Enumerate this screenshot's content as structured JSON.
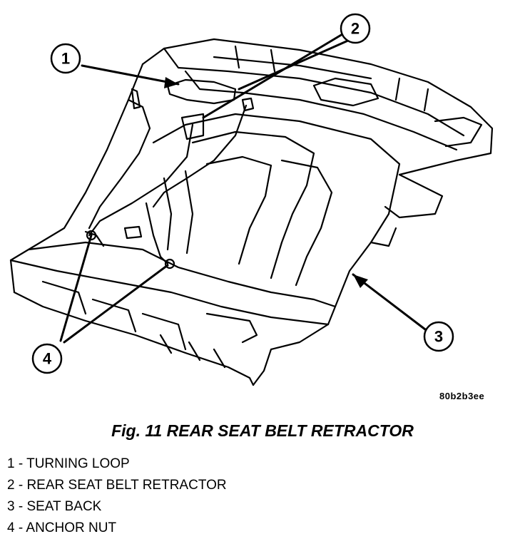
{
  "figure": {
    "image_code": "80b2b3ee",
    "caption": "Fig. 11 REAR SEAT BELT RETRACTOR",
    "callouts": [
      "1",
      "2",
      "3",
      "4"
    ]
  },
  "legend": [
    {
      "text": "1 - TURNING LOOP"
    },
    {
      "text": "2 - REAR SEAT BELT RETRACTOR"
    },
    {
      "text": "3 - SEAT BACK"
    },
    {
      "text": "4 - ANCHOR NUT"
    }
  ]
}
